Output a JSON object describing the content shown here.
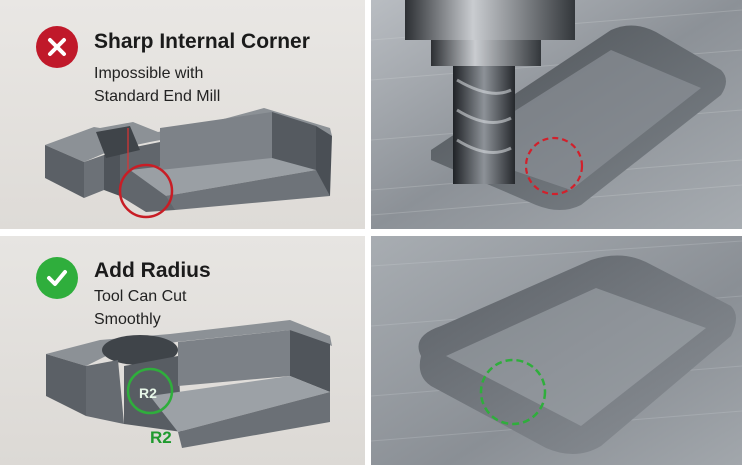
{
  "top": {
    "title": "Sharp Internal Corner",
    "subtitle_line1": "Impossible with",
    "subtitle_line2": "Standard End Mill",
    "status_icon": "x-icon",
    "accent": "#c0192a"
  },
  "bottom": {
    "title": "Add Radius",
    "subtitle_line1": "Tool Can Cut",
    "subtitle_line2": "Smoothly",
    "status_icon": "check-icon",
    "accent": "#2fae3c",
    "radius_marker": "R2",
    "radius_label": "R2"
  }
}
